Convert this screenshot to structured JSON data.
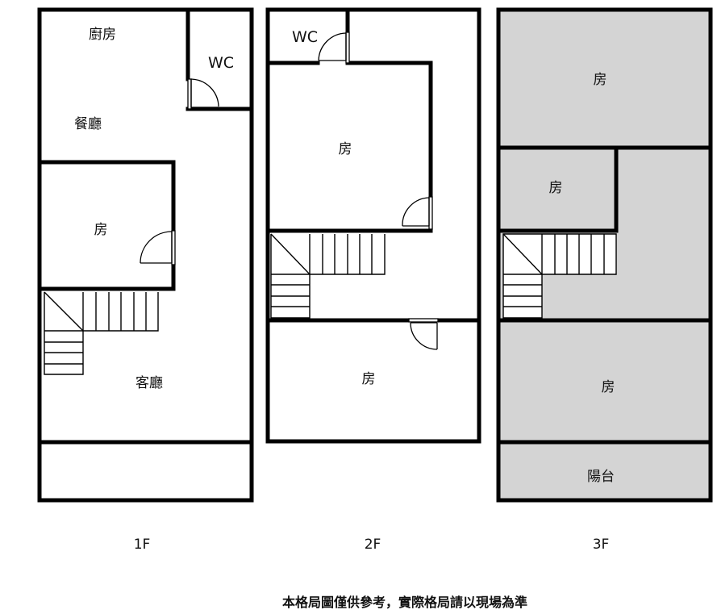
{
  "colors": {
    "wall": "#000000",
    "fill_gray": "#d4d4d4",
    "background": "#ffffff"
  },
  "floors": [
    {
      "name": "1F",
      "rooms": [
        {
          "id": "kitchen",
          "label": "廚房"
        },
        {
          "id": "wc",
          "label": "WC"
        },
        {
          "id": "dining",
          "label": "餐廳"
        },
        {
          "id": "bedroom",
          "label": "房"
        },
        {
          "id": "living",
          "label": "客廳"
        }
      ]
    },
    {
      "name": "2F",
      "rooms": [
        {
          "id": "wc",
          "label": "WC"
        },
        {
          "id": "bedroom-a",
          "label": "房"
        },
        {
          "id": "bedroom-b",
          "label": "房"
        }
      ]
    },
    {
      "name": "3F",
      "rooms": [
        {
          "id": "bedroom-a",
          "label": "房"
        },
        {
          "id": "bedroom-b",
          "label": "房"
        },
        {
          "id": "bedroom-c",
          "label": "房"
        },
        {
          "id": "balcony",
          "label": "陽台"
        }
      ]
    }
  ],
  "note": "本格局圖僅供參考，實際格局請以現場為準"
}
